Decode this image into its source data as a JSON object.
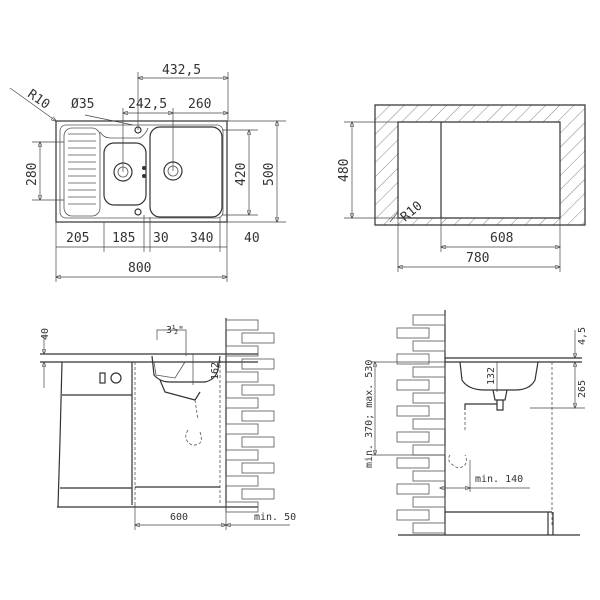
{
  "plan_view": {
    "radius": "R10",
    "hole_diameter": "Ø35",
    "width_432_5": "432,5",
    "width_242_5": "242,5",
    "width_260": "260",
    "height_280": "280",
    "height_420": "420",
    "height_500": "500",
    "seg_205": "205",
    "seg_185": "185",
    "seg_30": "30",
    "seg_340": "340",
    "seg_40": "40",
    "total_800": "800"
  },
  "cutout_view": {
    "height_480": "480",
    "radius": "R10",
    "width_608": "608",
    "width_780": "780"
  },
  "side_view_left": {
    "thickness_40": "40",
    "drain_size": "3½\"",
    "depth_162": "162",
    "cabinet_600": "600",
    "wall_gap": "min. 50"
  },
  "side_view_right": {
    "lip_4_5": "4,5",
    "depth_132": "132",
    "depth_265": "265",
    "drain_height": "min. 370; max. 530",
    "min_140": "min. 140"
  },
  "colors": {
    "line": "#333333",
    "background": "#ffffff"
  }
}
